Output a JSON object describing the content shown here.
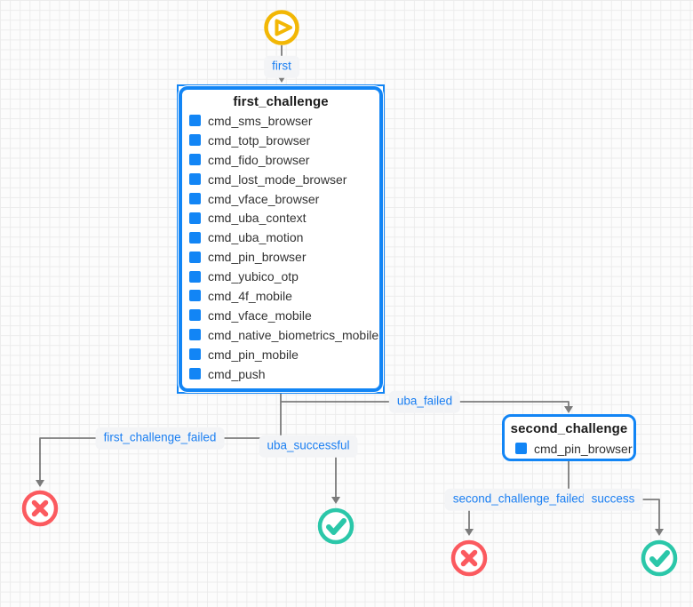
{
  "colors": {
    "node_border_blue": "#1285F5",
    "edge_label_blue": "#1B7FF2",
    "edge_gray": "#7B7B7B",
    "failure_red": "#FB5A5F",
    "success_green": "#2BC7A9",
    "start_yellow": "#F2B705",
    "grid_line": "#ECECEC",
    "canvas_bg": "#FCFCFC"
  },
  "start_node": {
    "icon": "play-icon"
  },
  "nodes": {
    "first_challenge": {
      "title": "first_challenge",
      "selected": true,
      "commands": [
        "cmd_sms_browser",
        "cmd_totp_browser",
        "cmd_fido_browser",
        "cmd_lost_mode_browser",
        "cmd_vface_browser",
        "cmd_uba_context",
        "cmd_uba_motion",
        "cmd_pin_browser",
        "cmd_yubico_otp",
        "cmd_4f_mobile",
        "cmd_vface_mobile",
        "cmd_native_biometrics_mobile",
        "cmd_pin_mobile",
        "cmd_push"
      ]
    },
    "second_challenge": {
      "title": "second_challenge",
      "selected": false,
      "commands": [
        "cmd_pin_browser"
      ]
    }
  },
  "edges": {
    "first": {
      "label": "first"
    },
    "uba_failed": {
      "label": "uba_failed"
    },
    "first_challenge_failed": {
      "label": "first_challenge_failed"
    },
    "uba_successful": {
      "label": "uba_successful"
    },
    "second_challenge_failed": {
      "label": "second_challenge_failed"
    },
    "success": {
      "label": "success"
    }
  },
  "terminals": {
    "first_challenge_failure": {
      "icon": "x-circle-icon",
      "meaning": "failure"
    },
    "uba_success": {
      "icon": "check-circle-icon",
      "meaning": "success"
    },
    "second_challenge_failure": {
      "icon": "x-circle-icon",
      "meaning": "failure"
    },
    "final_success": {
      "icon": "check-circle-icon",
      "meaning": "success"
    }
  }
}
